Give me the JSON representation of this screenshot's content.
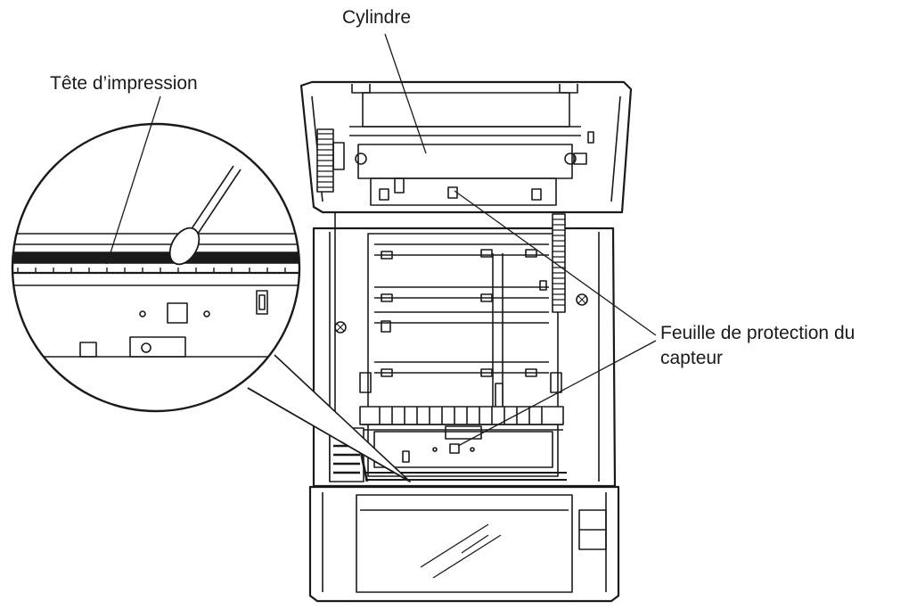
{
  "labels": {
    "cylinder": "Cylindre",
    "print_head": "Tête d’impression",
    "sensor_sheet_line1": "Feuille de protection du",
    "sensor_sheet_line2": "capteur"
  },
  "colors": {
    "ink": "#1a1a1a",
    "background": "#ffffff",
    "shade": "#d9d9d9"
  }
}
